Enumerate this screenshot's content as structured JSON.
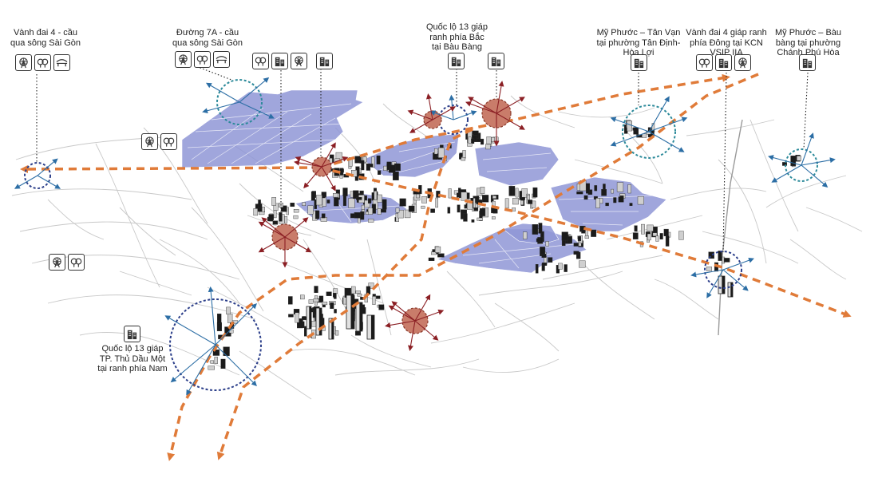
{
  "labels": {
    "vd4_saigon": [
      "Vành đai 4 - cầu",
      "qua sông Sài Gòn"
    ],
    "d7a_saigon": [
      "Đường 7A - cầu",
      "qua sông Sài Gòn"
    ],
    "ql13_north": [
      "Quốc lộ 13 giáp",
      "ranh phía Bắc",
      "tại Bàu Bàng"
    ],
    "myphuoc_tanvan": [
      "Mỹ Phước – Tân Vạn",
      "tại phường Tân Định-",
      "Hòa Lợi"
    ],
    "vd4_east": [
      "Vành đai 4 giáp ranh",
      "phía Đông tại KCN",
      "VSIP IIA"
    ],
    "myphuoc_baubang": [
      "Mỹ Phước – Bàu",
      "bàng tại phường",
      "Chánh Phú Hòa"
    ],
    "ql13_south": [
      "Quốc lộ 13 giáp",
      "TP. Thủ Dầu Một",
      "tại ranh phía Nam"
    ]
  },
  "icon_groups": {
    "vd4_saigon": [
      "ferris-wheel-icon",
      "trees-icon",
      "bridge-icon"
    ],
    "d7a_saigon": [
      "ferris-wheel-icon",
      "trees-icon",
      "bridge-icon"
    ],
    "center_group": [
      "trees-icon",
      "buildings-icon",
      "ferris-wheel-icon"
    ],
    "center_single": [
      "buildings-icon"
    ],
    "ql13_north": [
      "buildings-icon"
    ],
    "myphuoc_tanvan": [
      "buildings-icon"
    ],
    "vd4_east": [
      "trees-icon",
      "buildings-icon",
      "ferris-wheel-icon"
    ],
    "myphuoc_baubang": [
      "buildings-icon"
    ],
    "west_mid": [
      "ferris-wheel-icon",
      "trees-icon"
    ],
    "west_low": [
      "ferris-wheel-icon",
      "trees-icon"
    ],
    "ql13_south": [
      "buildings-icon"
    ]
  },
  "colors": {
    "route": "#e07b39",
    "zone": "#8f97d6",
    "hub_fill": "#c97c6a",
    "hub_stroke": "#8a3a2a",
    "gateway": "#2c3f8a",
    "arrow_blue": "#2c6ea5",
    "arrow_red": "#8b1f24",
    "street": "#c8c8c8"
  }
}
